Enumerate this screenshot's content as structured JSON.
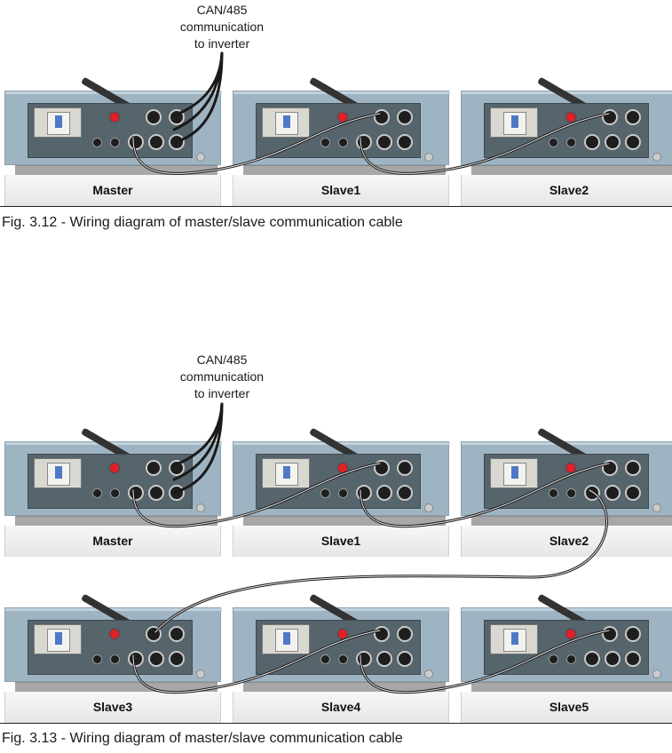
{
  "figure1": {
    "annotation": [
      "CAN/485",
      "communication",
      "to inverter"
    ],
    "units": [
      "Master",
      "Slave1",
      "Slave2"
    ],
    "caption": "Fig. 3.12 - Wiring diagram of master/slave communication cable"
  },
  "figure2": {
    "annotation": [
      "CAN/485",
      "communication",
      "to inverter"
    ],
    "units_row1": [
      "Master",
      "Slave1",
      "Slave2"
    ],
    "units_row2": [
      "Slave3",
      "Slave4",
      "Slave5"
    ],
    "caption": "Fig. 3.13 - Wiring diagram of master/slave communication cable"
  },
  "colors": {
    "panel": "#9fb4c3",
    "recess": "#56646c",
    "led": "#e0212a",
    "breaker_lever": "#4f78c8",
    "cable": "#1a1a1a"
  }
}
